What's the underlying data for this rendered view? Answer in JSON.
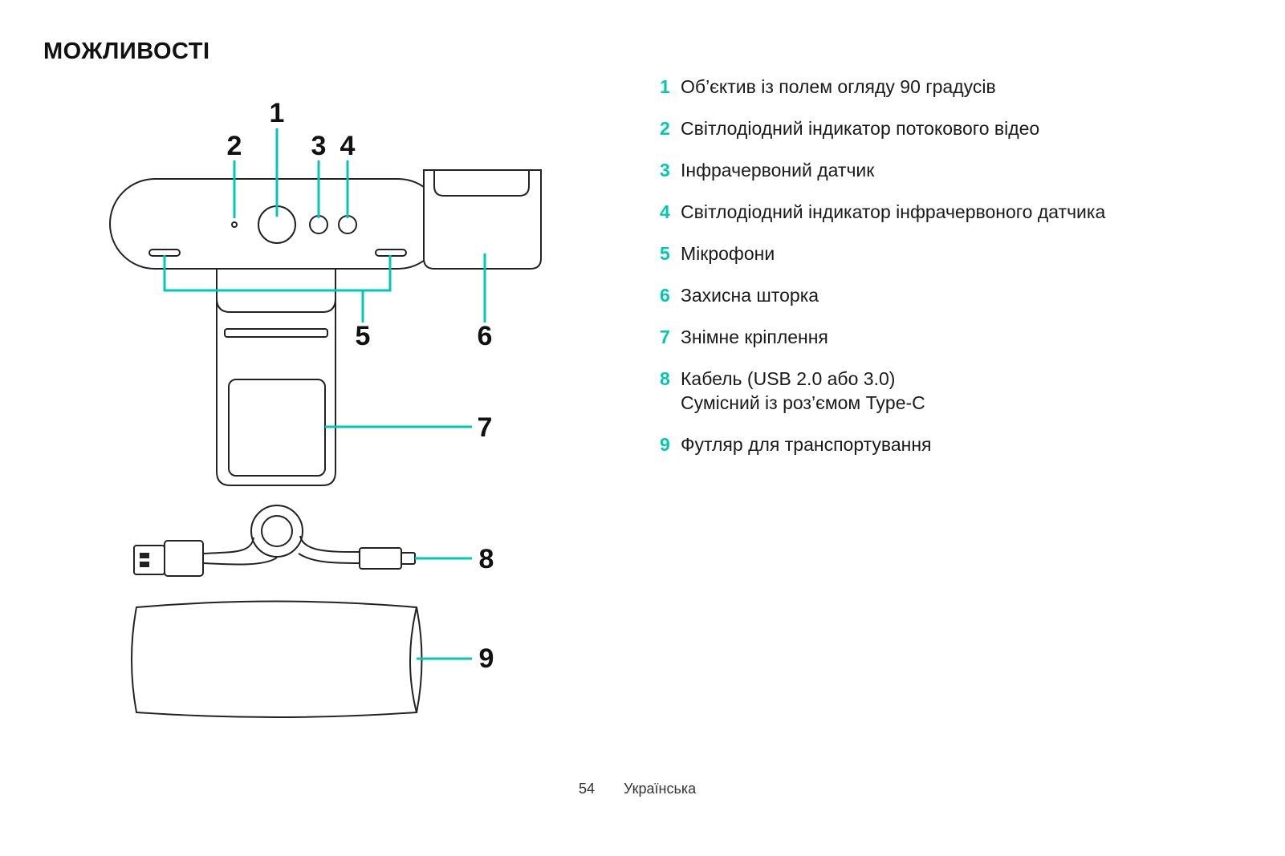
{
  "title": "МОЖЛИВОСТІ",
  "accent_color": "#00c8b4",
  "callouts": [
    "1",
    "2",
    "3",
    "4",
    "5",
    "6",
    "7",
    "8",
    "9"
  ],
  "features": [
    {
      "num": "1",
      "text": "Об’єктив із полем огляду 90 градусів"
    },
    {
      "num": "2",
      "text": "Світлодіодний індикатор потокового відео"
    },
    {
      "num": "3",
      "text": "Інфрачервоний датчик"
    },
    {
      "num": "4",
      "text": "Світлодіодний індикатор інфрачервоного датчика"
    },
    {
      "num": "5",
      "text": "Мікрофони"
    },
    {
      "num": "6",
      "text": "Захисна шторка"
    },
    {
      "num": "7",
      "text": "Знімне кріплення"
    },
    {
      "num": "8",
      "text": "Кабель (USB 2.0 або 3.0)",
      "text2": "Сумісний із роз’ємом Type-C"
    },
    {
      "num": "9",
      "text": "Футляр для транспортування"
    }
  ],
  "footer": {
    "page": "54",
    "language": "Українська"
  }
}
